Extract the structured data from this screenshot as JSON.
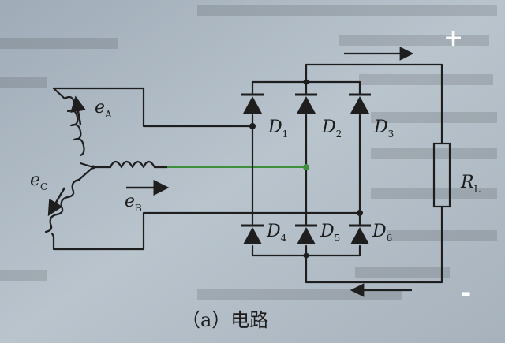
{
  "components": {
    "diodes": [
      "D1",
      "D2",
      "D3",
      "D4",
      "D5",
      "D6"
    ],
    "load": "R_L",
    "emfs": [
      "e_A",
      "e_B",
      "e_C"
    ]
  },
  "labels": {
    "eA": {
      "main": "e",
      "sub": "A"
    },
    "eB": {
      "main": "e",
      "sub": "B"
    },
    "eC": {
      "main": "e",
      "sub": "C"
    },
    "D1": {
      "main": "D",
      "sub": "1"
    },
    "D2": {
      "main": "D",
      "sub": "2"
    },
    "D3": {
      "main": "D",
      "sub": "3"
    },
    "D4": {
      "main": "D",
      "sub": "4"
    },
    "D5": {
      "main": "D",
      "sub": "5"
    },
    "D6": {
      "main": "D",
      "sub": "6"
    },
    "RL": {
      "main": "R",
      "sub": "L"
    }
  },
  "signs": {
    "plus": "+",
    "minus": "-"
  },
  "caption": "（a）电路",
  "colors": {
    "paper": "#b8c3cc",
    "ink": "#1e1e1e",
    "sign": "#ffffff",
    "green_wire": "#3f8f3f"
  }
}
